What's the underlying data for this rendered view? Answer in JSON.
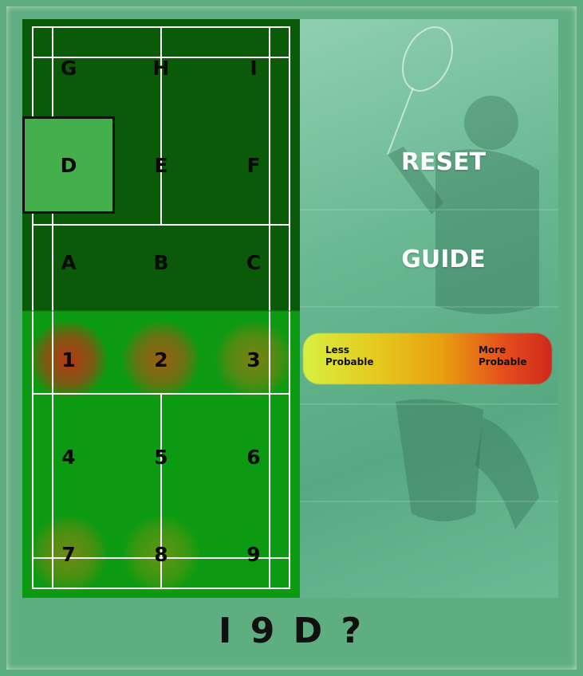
{
  "court": {
    "zones": [
      {
        "id": "G",
        "label": "G",
        "col": 0,
        "row": 0,
        "selected": false
      },
      {
        "id": "H",
        "label": "H",
        "col": 1,
        "row": 0,
        "selected": false
      },
      {
        "id": "I",
        "label": "I",
        "col": 2,
        "row": 0,
        "selected": false
      },
      {
        "id": "D",
        "label": "D",
        "col": 0,
        "row": 1,
        "selected": true
      },
      {
        "id": "E",
        "label": "E",
        "col": 1,
        "row": 1,
        "selected": false
      },
      {
        "id": "F",
        "label": "F",
        "col": 2,
        "row": 1,
        "selected": false
      },
      {
        "id": "A",
        "label": "A",
        "col": 0,
        "row": 2,
        "selected": false
      },
      {
        "id": "B",
        "label": "B",
        "col": 1,
        "row": 2,
        "selected": false
      },
      {
        "id": "C",
        "label": "C",
        "col": 2,
        "row": 2,
        "selected": false
      },
      {
        "id": "1",
        "label": "1",
        "col": 0,
        "row": 3,
        "selected": false
      },
      {
        "id": "2",
        "label": "2",
        "col": 1,
        "row": 3,
        "selected": false
      },
      {
        "id": "3",
        "label": "3",
        "col": 2,
        "row": 3,
        "selected": false
      },
      {
        "id": "4",
        "label": "4",
        "col": 0,
        "row": 4,
        "selected": false
      },
      {
        "id": "5",
        "label": "5",
        "col": 1,
        "row": 4,
        "selected": false
      },
      {
        "id": "6",
        "label": "6",
        "col": 2,
        "row": 4,
        "selected": false
      },
      {
        "id": "7",
        "label": "7",
        "col": 0,
        "row": 5,
        "selected": false
      },
      {
        "id": "8",
        "label": "8",
        "col": 1,
        "row": 5,
        "selected": false
      },
      {
        "id": "9",
        "label": "9",
        "col": 2,
        "row": 5,
        "selected": false
      }
    ],
    "heatmap": [
      {
        "zone": "1",
        "probability": 0.95
      },
      {
        "zone": "2",
        "probability": 0.7
      },
      {
        "zone": "3",
        "probability": 0.4
      },
      {
        "zone": "7",
        "probability": 0.3
      },
      {
        "zone": "8",
        "probability": 0.15
      }
    ],
    "colors": {
      "far_half": "#0a5a0a",
      "near_half": "#0c9a12",
      "lines": "#ffffff",
      "selected_fill": "#44b04c"
    }
  },
  "controls": {
    "reset_label": "RESET",
    "guide_label": "GUIDE"
  },
  "legend": {
    "less": [
      "Less",
      "Probable"
    ],
    "more": [
      "More",
      "Probable"
    ]
  },
  "code": {
    "text": "I 9 D ?"
  }
}
